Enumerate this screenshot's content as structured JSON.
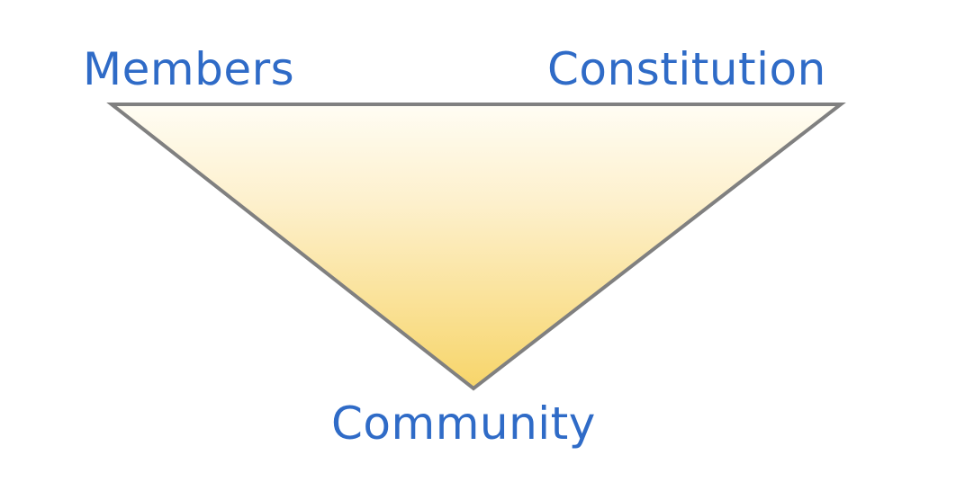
{
  "diagram": {
    "vertices": {
      "top_left": "Members",
      "top_right": "Constitution",
      "bottom": "Community"
    }
  },
  "colors": {
    "label_text": "#2f6bc7",
    "triangle_stroke": "#808080",
    "fill_top": "#fffdf4",
    "fill_bottom": "#f7d56a"
  }
}
